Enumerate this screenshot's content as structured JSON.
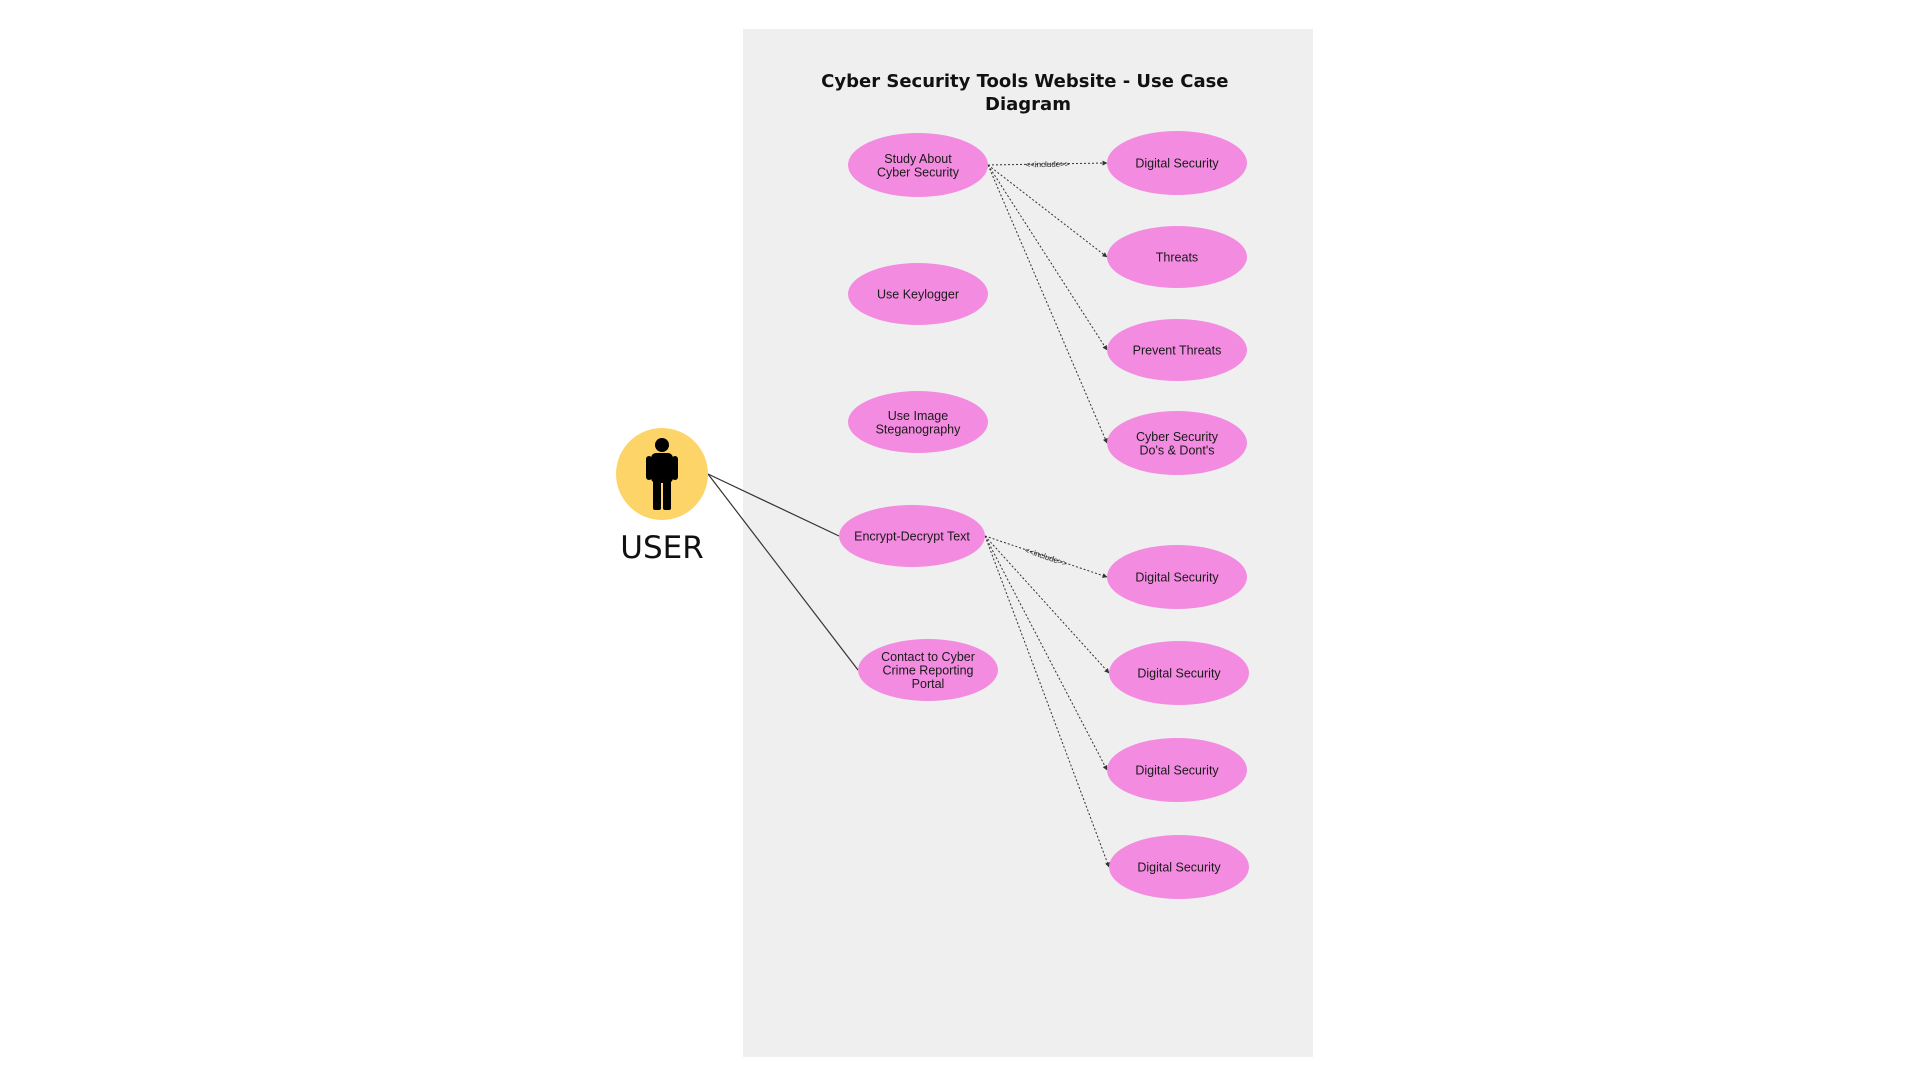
{
  "diagram": {
    "title_lines": [
      "Cyber Security Tools Website - Use Case",
      "Diagram"
    ],
    "actor": {
      "label": "USER",
      "icon": "person-icon"
    },
    "colors": {
      "system_boundary": "#efefef",
      "use_case_fill": "#f38be0",
      "actor_circle": "#fdd468",
      "line": "#333333"
    },
    "use_cases": {
      "study": {
        "lines": [
          "Study About",
          "Cyber Security"
        ]
      },
      "keylogger": {
        "lines": [
          "Use Keylogger"
        ]
      },
      "steganography": {
        "lines": [
          "Use Image",
          "Steganography"
        ]
      },
      "encrypt": {
        "lines": [
          "Encrypt-Decrypt Text"
        ]
      },
      "contact": {
        "lines": [
          "Contact to Cyber",
          "Crime Reporting",
          "Portal"
        ]
      },
      "sub1": {
        "lines": [
          "Digital Security"
        ]
      },
      "sub2": {
        "lines": [
          "Threats"
        ]
      },
      "sub3": {
        "lines": [
          "Prevent Threats"
        ]
      },
      "sub4": {
        "lines": [
          "Cyber Security",
          "Do's & Dont's"
        ]
      },
      "sub5": {
        "lines": [
          "Digital Security"
        ]
      },
      "sub6": {
        "lines": [
          "Digital Security"
        ]
      },
      "sub7": {
        "lines": [
          "Digital Security"
        ]
      },
      "sub8": {
        "lines": [
          "Digital Security"
        ]
      }
    },
    "associations": [
      {
        "from": "actor",
        "to": "encrypt"
      },
      {
        "from": "actor",
        "to": "contact"
      }
    ],
    "include_relations": [
      {
        "from": "study",
        "to": "sub1",
        "label": "<<include>>"
      },
      {
        "from": "study",
        "to": "sub2",
        "label": ""
      },
      {
        "from": "study",
        "to": "sub3",
        "label": ""
      },
      {
        "from": "study",
        "to": "sub4",
        "label": ""
      },
      {
        "from": "encrypt",
        "to": "sub5",
        "label": "<<include>>"
      },
      {
        "from": "encrypt",
        "to": "sub6",
        "label": ""
      },
      {
        "from": "encrypt",
        "to": "sub7",
        "label": ""
      },
      {
        "from": "encrypt",
        "to": "sub8",
        "label": ""
      }
    ]
  }
}
